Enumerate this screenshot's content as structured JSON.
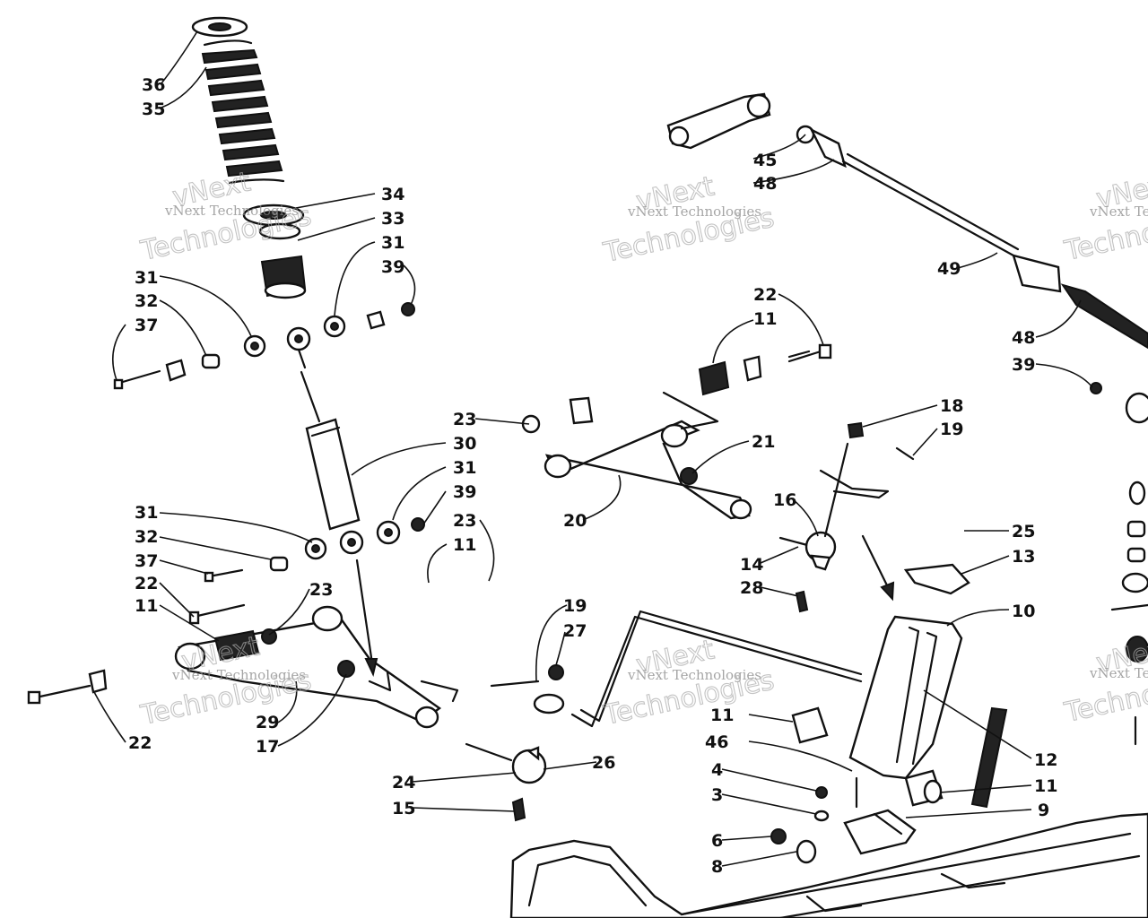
{
  "watermark": {
    "line1": "vNext Technologies",
    "line2": "vNext",
    "line3": "Technologies"
  },
  "callouts": [
    {
      "id": "c-36",
      "label": "36"
    },
    {
      "id": "c-35",
      "label": "35"
    },
    {
      "id": "c-34",
      "label": "34"
    },
    {
      "id": "c-33",
      "label": "33"
    },
    {
      "id": "c-31a",
      "label": "31"
    },
    {
      "id": "c-39a",
      "label": "39"
    },
    {
      "id": "c-31b",
      "label": "31"
    },
    {
      "id": "c-32a",
      "label": "32"
    },
    {
      "id": "c-37a",
      "label": "37"
    },
    {
      "id": "c-30",
      "label": "30"
    },
    {
      "id": "c-31c",
      "label": "31"
    },
    {
      "id": "c-39b",
      "label": "39"
    },
    {
      "id": "c-23a",
      "label": "23"
    },
    {
      "id": "c-31d",
      "label": "31"
    },
    {
      "id": "c-32b",
      "label": "32"
    },
    {
      "id": "c-37b",
      "label": "37"
    },
    {
      "id": "c-11a",
      "label": "11"
    },
    {
      "id": "c-22a",
      "label": "22"
    },
    {
      "id": "c-11b",
      "label": "11"
    },
    {
      "id": "c-23b",
      "label": "23"
    },
    {
      "id": "c-22b",
      "label": "22"
    },
    {
      "id": "c-29",
      "label": "29"
    },
    {
      "id": "c-17",
      "label": "17"
    },
    {
      "id": "c-23c",
      "label": "23"
    },
    {
      "id": "c-20",
      "label": "20"
    },
    {
      "id": "c-21",
      "label": "21"
    },
    {
      "id": "c-22c",
      "label": "22"
    },
    {
      "id": "c-11c",
      "label": "11"
    },
    {
      "id": "c-18",
      "label": "18"
    },
    {
      "id": "c-19a",
      "label": "19"
    },
    {
      "id": "c-16",
      "label": "16"
    },
    {
      "id": "c-14",
      "label": "14"
    },
    {
      "id": "c-28",
      "label": "28"
    },
    {
      "id": "c-19b",
      "label": "19"
    },
    {
      "id": "c-27",
      "label": "27"
    },
    {
      "id": "c-24",
      "label": "24"
    },
    {
      "id": "c-26",
      "label": "26"
    },
    {
      "id": "c-15",
      "label": "15"
    },
    {
      "id": "c-45",
      "label": "45"
    },
    {
      "id": "c-48a",
      "label": "48"
    },
    {
      "id": "c-49",
      "label": "49"
    },
    {
      "id": "c-48b",
      "label": "48"
    },
    {
      "id": "c-39c",
      "label": "39"
    },
    {
      "id": "c-25",
      "label": "25"
    },
    {
      "id": "c-13",
      "label": "13"
    },
    {
      "id": "c-10",
      "label": "10"
    },
    {
      "id": "c-12",
      "label": "12"
    },
    {
      "id": "c-11d",
      "label": "11"
    },
    {
      "id": "c-46",
      "label": "46"
    },
    {
      "id": "c-4",
      "label": "4"
    },
    {
      "id": "c-3",
      "label": "3"
    },
    {
      "id": "c-9",
      "label": "9"
    },
    {
      "id": "c-11e",
      "label": "11"
    },
    {
      "id": "c-6",
      "label": "6"
    },
    {
      "id": "c-8",
      "label": "8"
    }
  ]
}
